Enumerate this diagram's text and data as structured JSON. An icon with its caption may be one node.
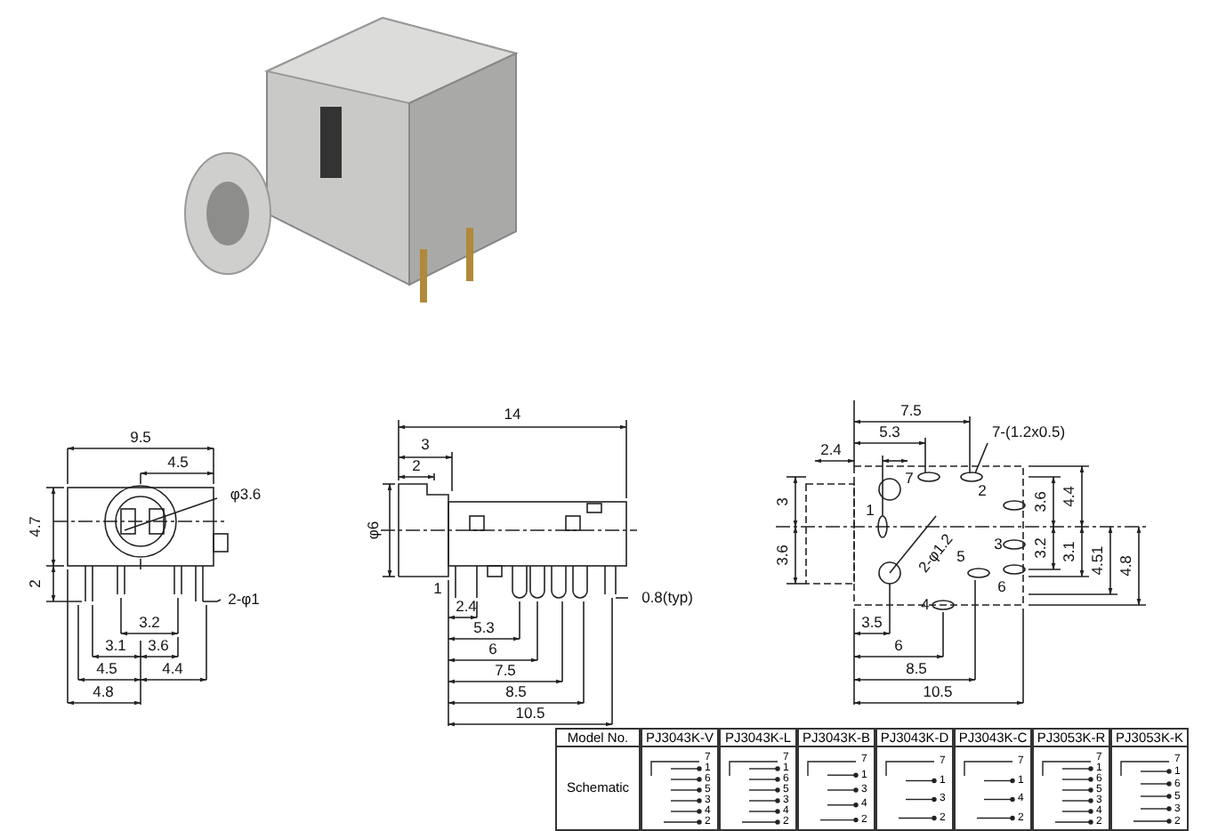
{
  "diagram": {
    "labels": [
      "9.5",
      "4.5",
      "φ3.6",
      "4.7",
      "2",
      "2-φ1",
      "3.2",
      "3.1",
      "3.6",
      "4.5",
      "4.4",
      "4.8",
      "14",
      "3",
      "2",
      "φ6",
      "1",
      "2.4",
      "5.3",
      "6",
      "7.5",
      "8.5",
      "10.5",
      "0.8(typ)",
      "7.5",
      "5.3",
      "7-(1.2x0.5)",
      "2.4",
      "7",
      "2",
      "3",
      "3.6",
      "4.4",
      "1",
      "3.2",
      "3",
      "3.6",
      "3.1",
      "4.51",
      "4.8",
      "2-φ1.2",
      "5",
      "6",
      "4",
      "3.5",
      "6",
      "8.5",
      "10.5",
      "Model No.",
      "PJ3043K-V",
      "PJ3043K-L",
      "PJ3043K-B",
      "PJ3043K-D",
      "PJ3043K-C",
      "PJ3053K-R",
      "PJ3053K-K",
      "Schematic",
      "7",
      "1",
      "6",
      "5",
      "3",
      "4",
      "2",
      "7",
      "1",
      "6",
      "5",
      "3",
      "4",
      "2",
      "7",
      "1",
      "3",
      "4",
      "2",
      "7",
      "1",
      "3",
      "2",
      "7",
      "1",
      "4",
      "2",
      "7",
      "1",
      "6",
      "5",
      "3",
      "4",
      "2",
      "7",
      "1",
      "6",
      "5",
      "3",
      "2"
    ]
  }
}
